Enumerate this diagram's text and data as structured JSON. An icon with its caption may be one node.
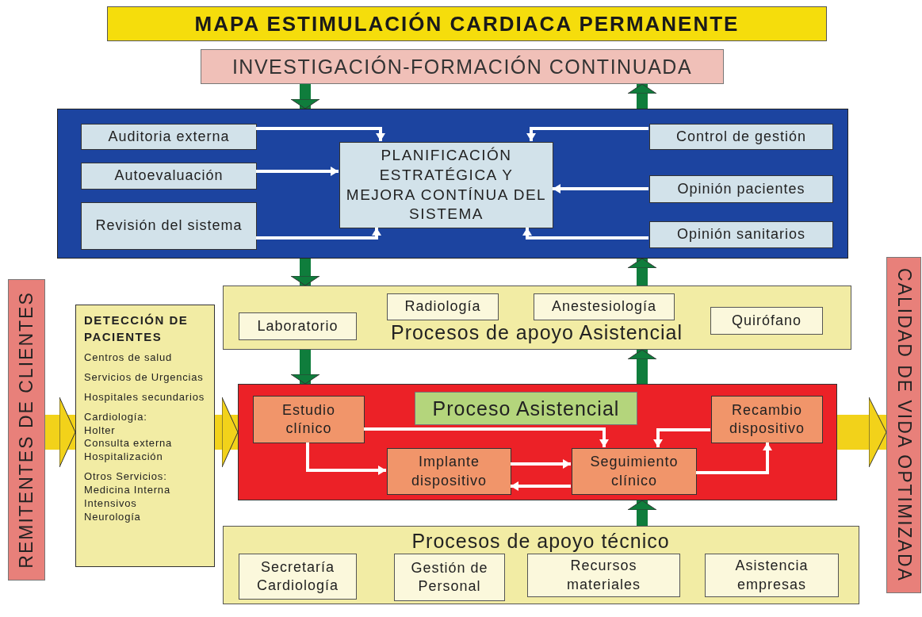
{
  "diagram": {
    "title": "MAPA ESTIMULACIÓN CARDIACA PERMANENTE",
    "nodes": [
      {
        "text": [
          "INVESTIGACIÓN-FORMACIÓN CONTINUADA"
        ]
      },
      {
        "text": [],
        "shape": "box"
      },
      {
        "text": [
          "Auditoria externa"
        ],
        "in": 1
      },
      {
        "text": [
          "Autoevaluación"
        ],
        "in": 1
      },
      {
        "text": [
          "Revisión del sistema"
        ],
        "in": 1
      },
      {
        "text": [
          "PLANIFICACIÓN ESTRATÉGICA Y MEJORA CONTÍNUA DEL SISTEMA"
        ],
        "in": 1
      },
      {
        "text": [
          "Control de gestión"
        ],
        "in": 1
      },
      {
        "text": [
          "Opinión pacientes"
        ],
        "in": 1
      },
      {
        "text": [
          "Opinión sanitarios"
        ],
        "in": 1
      },
      {
        "text": [
          "REMITENTES DE CLIENTES"
        ]
      },
      {
        "text": [
          "DETECCIÓN DE PACIENTES",
          "Centros de salud",
          "Servicios de Urgencias",
          "Hospitales secundarios",
          "Cardiología:",
          "Holter",
          "Consulta externa",
          "Hospitalización",
          "Otros Servicios:",
          "Medicina Interna",
          "Intensivos",
          "Neurología"
        ]
      },
      {
        "text": [
          "Procesos de apoyo Asistencial"
        ]
      },
      {
        "text": [
          "Laboratorio"
        ],
        "in": 11
      },
      {
        "text": [
          "Radiología"
        ],
        "in": 11
      },
      {
        "text": [
          "Anestesiología"
        ],
        "in": 11
      },
      {
        "text": [
          "Quirófano"
        ],
        "in": 11
      },
      {
        "text": [
          "Proceso Asistencial"
        ]
      },
      {
        "text": [
          "Estudio clínico"
        ],
        "in": 16
      },
      {
        "text": [
          "Implante dispositivo"
        ],
        "in": 16
      },
      {
        "text": [
          "Seguimiento clínico"
        ],
        "in": 16
      },
      {
        "text": [
          "Recambio dispositivo"
        ],
        "in": 16
      },
      {
        "text": [
          "Procesos de apoyo técnico"
        ]
      },
      {
        "text": [
          "Secretaría Cardiología"
        ],
        "in": 21
      },
      {
        "text": [
          "Gestión de Personal"
        ],
        "in": 21
      },
      {
        "text": [
          "Recursos materiales"
        ],
        "in": 21
      },
      {
        "text": [
          "Asistencia empresas"
        ],
        "in": 21
      },
      {
        "text": [
          "CALIDAD DE VIDA OPTIMIZADA"
        ]
      }
    ],
    "edges": [
      {
        "from": 0,
        "to": 1,
        "arrow": "to",
        "style": "thick",
        "color": "#0f7d3c"
      },
      {
        "from": 1,
        "to": 0,
        "arrow": "to",
        "style": "thick",
        "color": "#0f7d3c"
      },
      {
        "from": 1,
        "to": 11,
        "arrow": "to",
        "style": "thick",
        "color": "#0f7d3c"
      },
      {
        "from": 11,
        "to": 1,
        "arrow": "to",
        "style": "thick",
        "color": "#0f7d3c"
      },
      {
        "from": 11,
        "to": 16,
        "arrow": "to",
        "style": "thick",
        "color": "#0f7d3c"
      },
      {
        "from": 16,
        "to": 11,
        "arrow": "to",
        "style": "thick",
        "color": "#0f7d3c"
      },
      {
        "from": 21,
        "to": 16,
        "arrow": "to",
        "style": "thick",
        "color": "#0f7d3c"
      },
      {
        "from": 9,
        "to": 10,
        "arrow": "to",
        "style": "thick",
        "color": "#f2d21a"
      },
      {
        "from": 10,
        "to": 16,
        "arrow": "to",
        "style": "thick",
        "color": "#f2d21a"
      },
      {
        "from": 16,
        "to": 26,
        "arrow": "to",
        "style": "thick",
        "color": "#f2d21a"
      },
      {
        "from": 2,
        "to": 5,
        "arrow": "to"
      },
      {
        "from": 3,
        "to": 5,
        "arrow": "to"
      },
      {
        "from": 4,
        "to": 5,
        "arrow": "to"
      },
      {
        "from": 6,
        "to": 5,
        "arrow": "to"
      },
      {
        "from": 7,
        "to": 5,
        "arrow": "to"
      },
      {
        "from": 8,
        "to": 5,
        "arrow": "to"
      },
      {
        "from": 17,
        "to": 19,
        "arrow": "to"
      },
      {
        "from": 17,
        "to": 18,
        "arrow": "to"
      },
      {
        "from": 18,
        "to": 19,
        "arrow": "to"
      },
      {
        "from": 19,
        "to": 18,
        "arrow": "to"
      },
      {
        "from": 20,
        "to": 19,
        "arrow": "to"
      },
      {
        "from": 19,
        "to": 20,
        "arrow": "to"
      }
    ]
  }
}
